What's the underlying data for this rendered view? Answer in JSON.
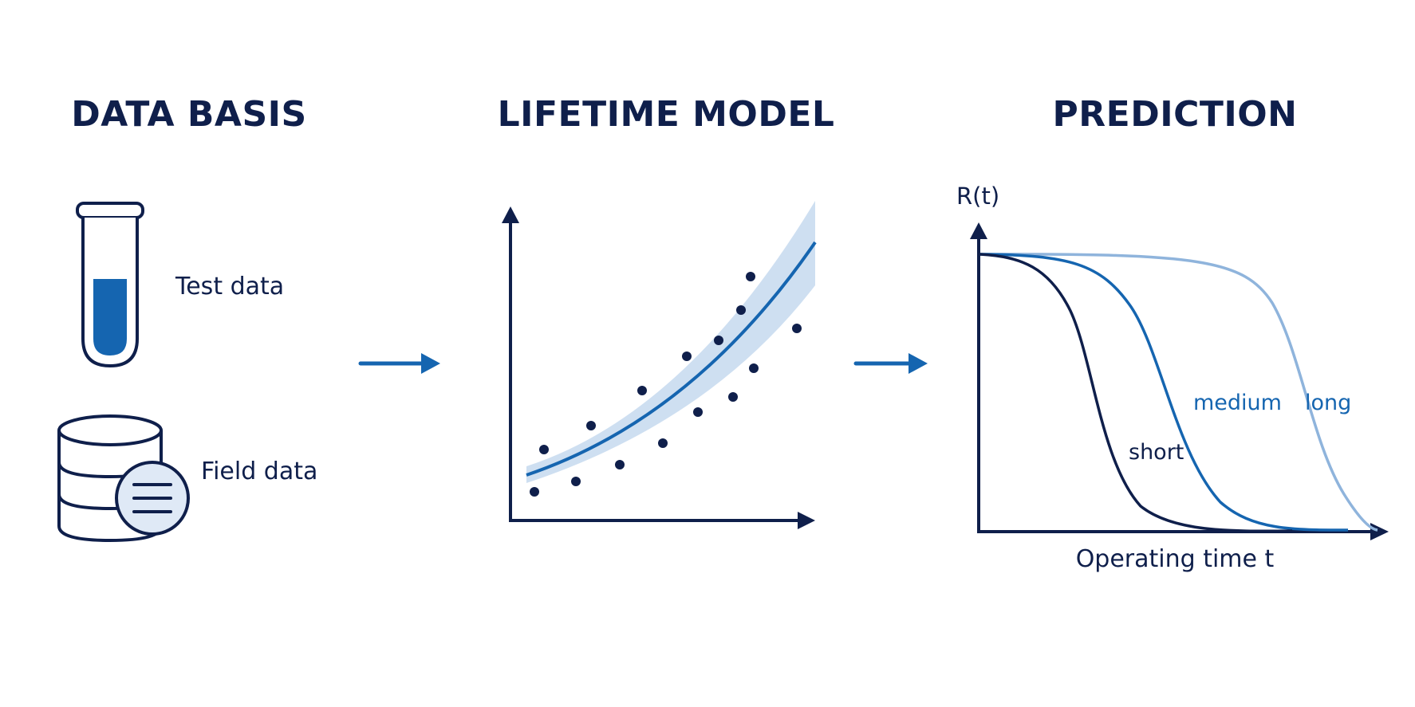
{
  "sections": {
    "data_basis": {
      "title": "DATA BASIS",
      "items": [
        {
          "label": "Test data",
          "icon": "test-tube-icon"
        },
        {
          "label": "Field data",
          "icon": "database-icon"
        }
      ]
    },
    "lifetime_model": {
      "title": "LIFETIME MODEL"
    },
    "prediction": {
      "title": "PREDICTION",
      "y_axis_label": "R(t)",
      "x_axis_label": "Operating time t",
      "curves": [
        {
          "label": "short",
          "color": "#0f1f4b"
        },
        {
          "label": "medium",
          "color": "#1565b0"
        },
        {
          "label": "long",
          "color": "#8fb4dc"
        }
      ]
    }
  },
  "colors": {
    "navy": "#0f1f4b",
    "blue": "#1565b0",
    "light_blue": "#8fb4dc",
    "band": "#c9dcf0"
  }
}
